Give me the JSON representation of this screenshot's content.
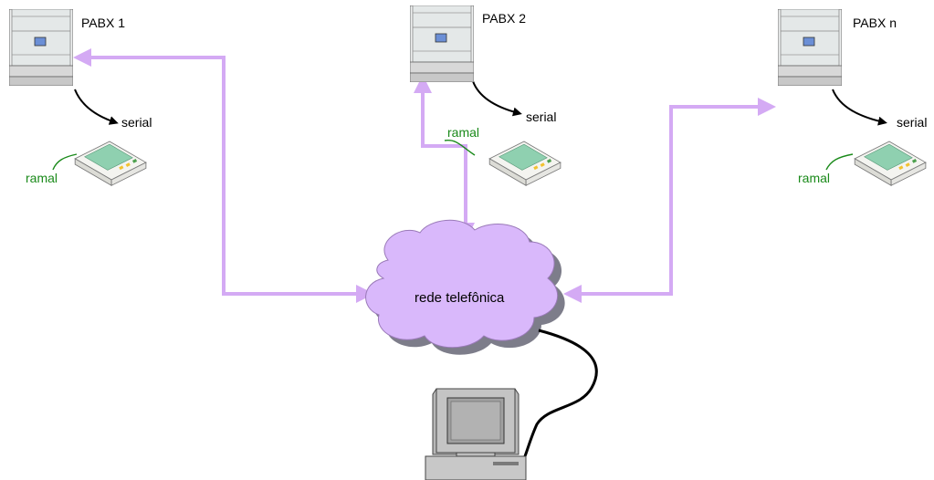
{
  "colors": {
    "link": "#d4aaf4",
    "ramal_text": "#1a8a1a",
    "cloud_fill": "#d9b8fb",
    "cloud_shadow": "#7d7d8a",
    "cable": "#000000"
  },
  "pabx": [
    {
      "label": "PABX 1",
      "serial_label": "serial",
      "ramal_label": "ramal"
    },
    {
      "label": "PABX 2",
      "serial_label": "serial",
      "ramal_label": "ramal"
    },
    {
      "label": "PABX n",
      "serial_label": "serial",
      "ramal_label": "ramal"
    }
  ],
  "network": {
    "label": "rede telefônica"
  },
  "icons": {
    "server": "pabx-server-icon",
    "modem": "modem-device-icon",
    "computer": "computer-icon",
    "cloud": "network-cloud-icon"
  }
}
